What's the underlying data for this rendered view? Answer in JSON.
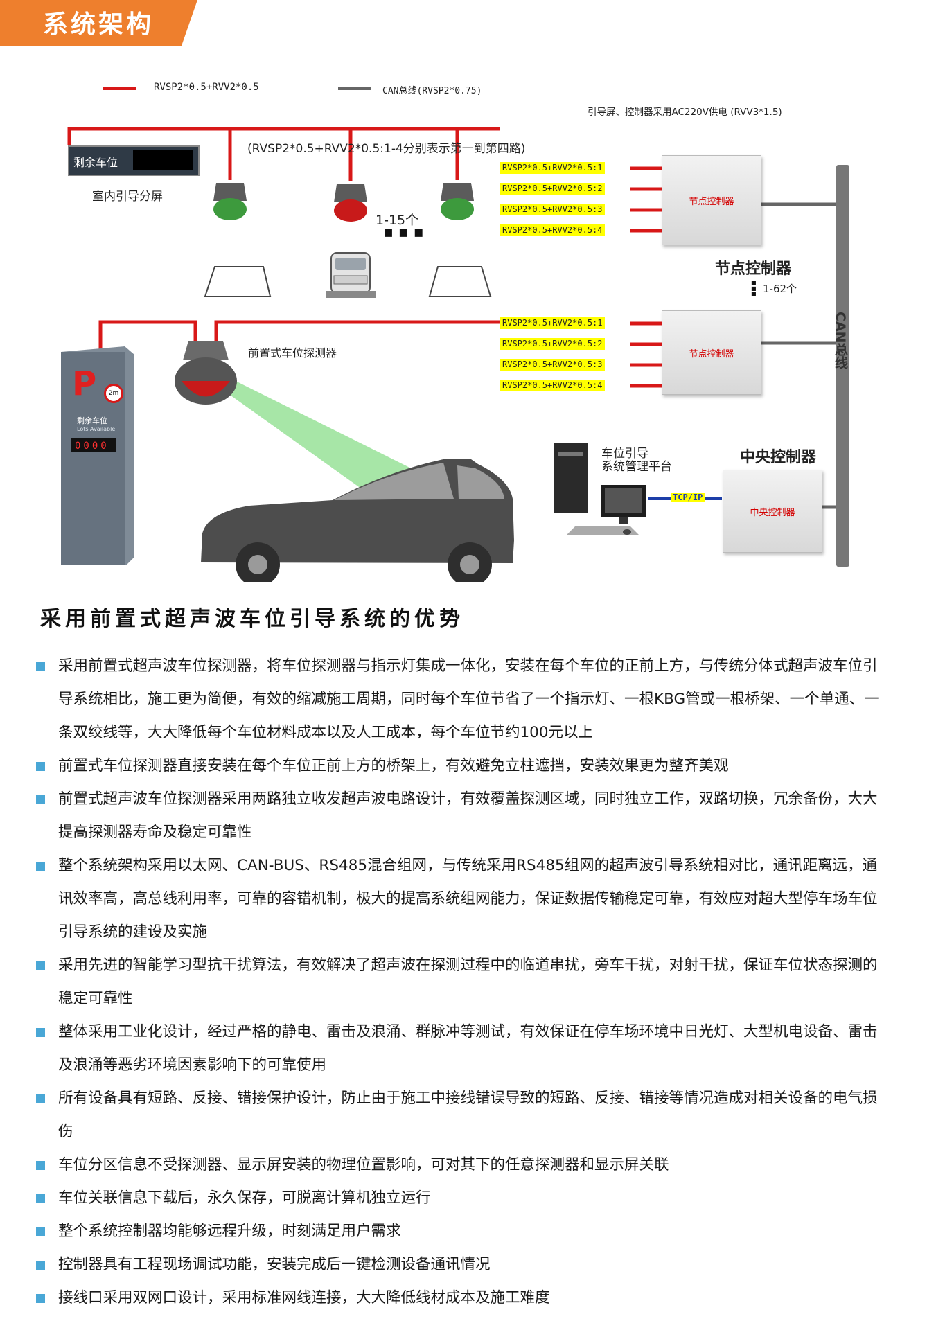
{
  "header": {
    "title": "系统架构",
    "accent_color": "#ee7f2d"
  },
  "legend": {
    "red_line": "RVSP2*0.5+RVV2*0.5",
    "gray_line": "CAN总线(RVSP2*0.75)",
    "power_note": "引导屏、控制器采用AC220V供电 (RVV3*1.5)"
  },
  "diagram": {
    "top_note": "(RVSP2*0.5+RVV2*0.5:1-4分别表示第一到第四路)",
    "display_label": "剩余车位",
    "display_caption": "室内引导分屏",
    "detector_count": "1-15个",
    "node_controller_title": "节点控制器",
    "node_controller_count": "1-62个",
    "node_controller_box_label": "节点控制器",
    "front_detector_label": "前置式车位探测器",
    "can_bus_label": "CAN总线",
    "central_controller_title": "中央控制器",
    "central_controller_box_label": "中央控制器",
    "management_platform_label": "车位引导\n系统管理平台",
    "tcpip_label": "TCP/IP",
    "route_tags_upper": [
      "RVSP2*0.5+RVV2*0.5:1",
      "RVSP2*0.5+RVV2*0.5:2",
      "RVSP2*0.5+RVV2*0.5:3",
      "RVSP2*0.5+RVV2*0.5:4"
    ],
    "route_tags_lower": [
      "RVSP2*0.5+RVV2*0.5:1",
      "RVSP2*0.5+RVV2*0.5:2",
      "RVSP2*0.5+RVV2*0.5:3",
      "RVSP2*0.5+RVV2*0.5:4"
    ],
    "sign_letter": "P",
    "sign_badge": "2m",
    "sign_label": "剩余车位",
    "sign_sublabel": "Lots Available",
    "sign_counter": "0000"
  },
  "section": {
    "title": "采用前置式超声波车位引导系统的优势",
    "bullet_color": "#49a7d6",
    "items": [
      "采用前置式超声波车位探测器，将车位探测器与指示灯集成一体化，安装在每个车位的正前上方，与传统分体式超声波车位引导系统相比，施工更为简便，有效的缩减施工周期，同时每个车位节省了一个指示灯、一根KBG管或一根桥架、一个单通、一条双绞线等，大大降低每个车位材料成本以及人工成本，每个车位节约100元以上",
      "前置式车位探测器直接安装在每个车位正前上方的桥架上，有效避免立柱遮挡，安装效果更为整齐美观",
      "前置式超声波车位探测器采用两路独立收发超声波电路设计，有效覆盖探测区域，同时独立工作，双路切换，冗余备份，大大提高探测器寿命及稳定可靠性",
      "整个系统架构采用以太网、CAN-BUS、RS485混合组网，与传统采用RS485组网的超声波引导系统相对比，通讯距离远，通讯效率高，高总线利用率，可靠的容错机制，极大的提高系统组网能力，保证数据传输稳定可靠，有效应对超大型停车场车位引导系统的建设及实施",
      "采用先进的智能学习型抗干扰算法，有效解决了超声波在探测过程中的临道串扰，旁车干扰，对射干扰，保证车位状态探测的稳定可靠性",
      "整体采用工业化设计，经过严格的静电、雷击及浪涌、群脉冲等测试，有效保证在停车场环境中日光灯、大型机电设备、雷击及浪涌等恶劣环境因素影响下的可靠使用",
      "所有设备具有短路、反接、错接保护设计，防止由于施工中接线错误导致的短路、反接、错接等情况造成对相关设备的电气损伤",
      "车位分区信息不受探测器、显示屏安装的物理位置影响，可对其下的任意探测器和显示屏关联",
      "车位关联信息下载后，永久保存，可脱离计算机独立运行",
      "整个系统控制器均能够远程升级，时刻满足用户需求",
      "控制器具有工程现场调试功能，安装完成后一键检测设备通讯情况",
      "接线口采用双网口设计，采用标准网线连接，大大降低线材成本及施工难度"
    ]
  }
}
